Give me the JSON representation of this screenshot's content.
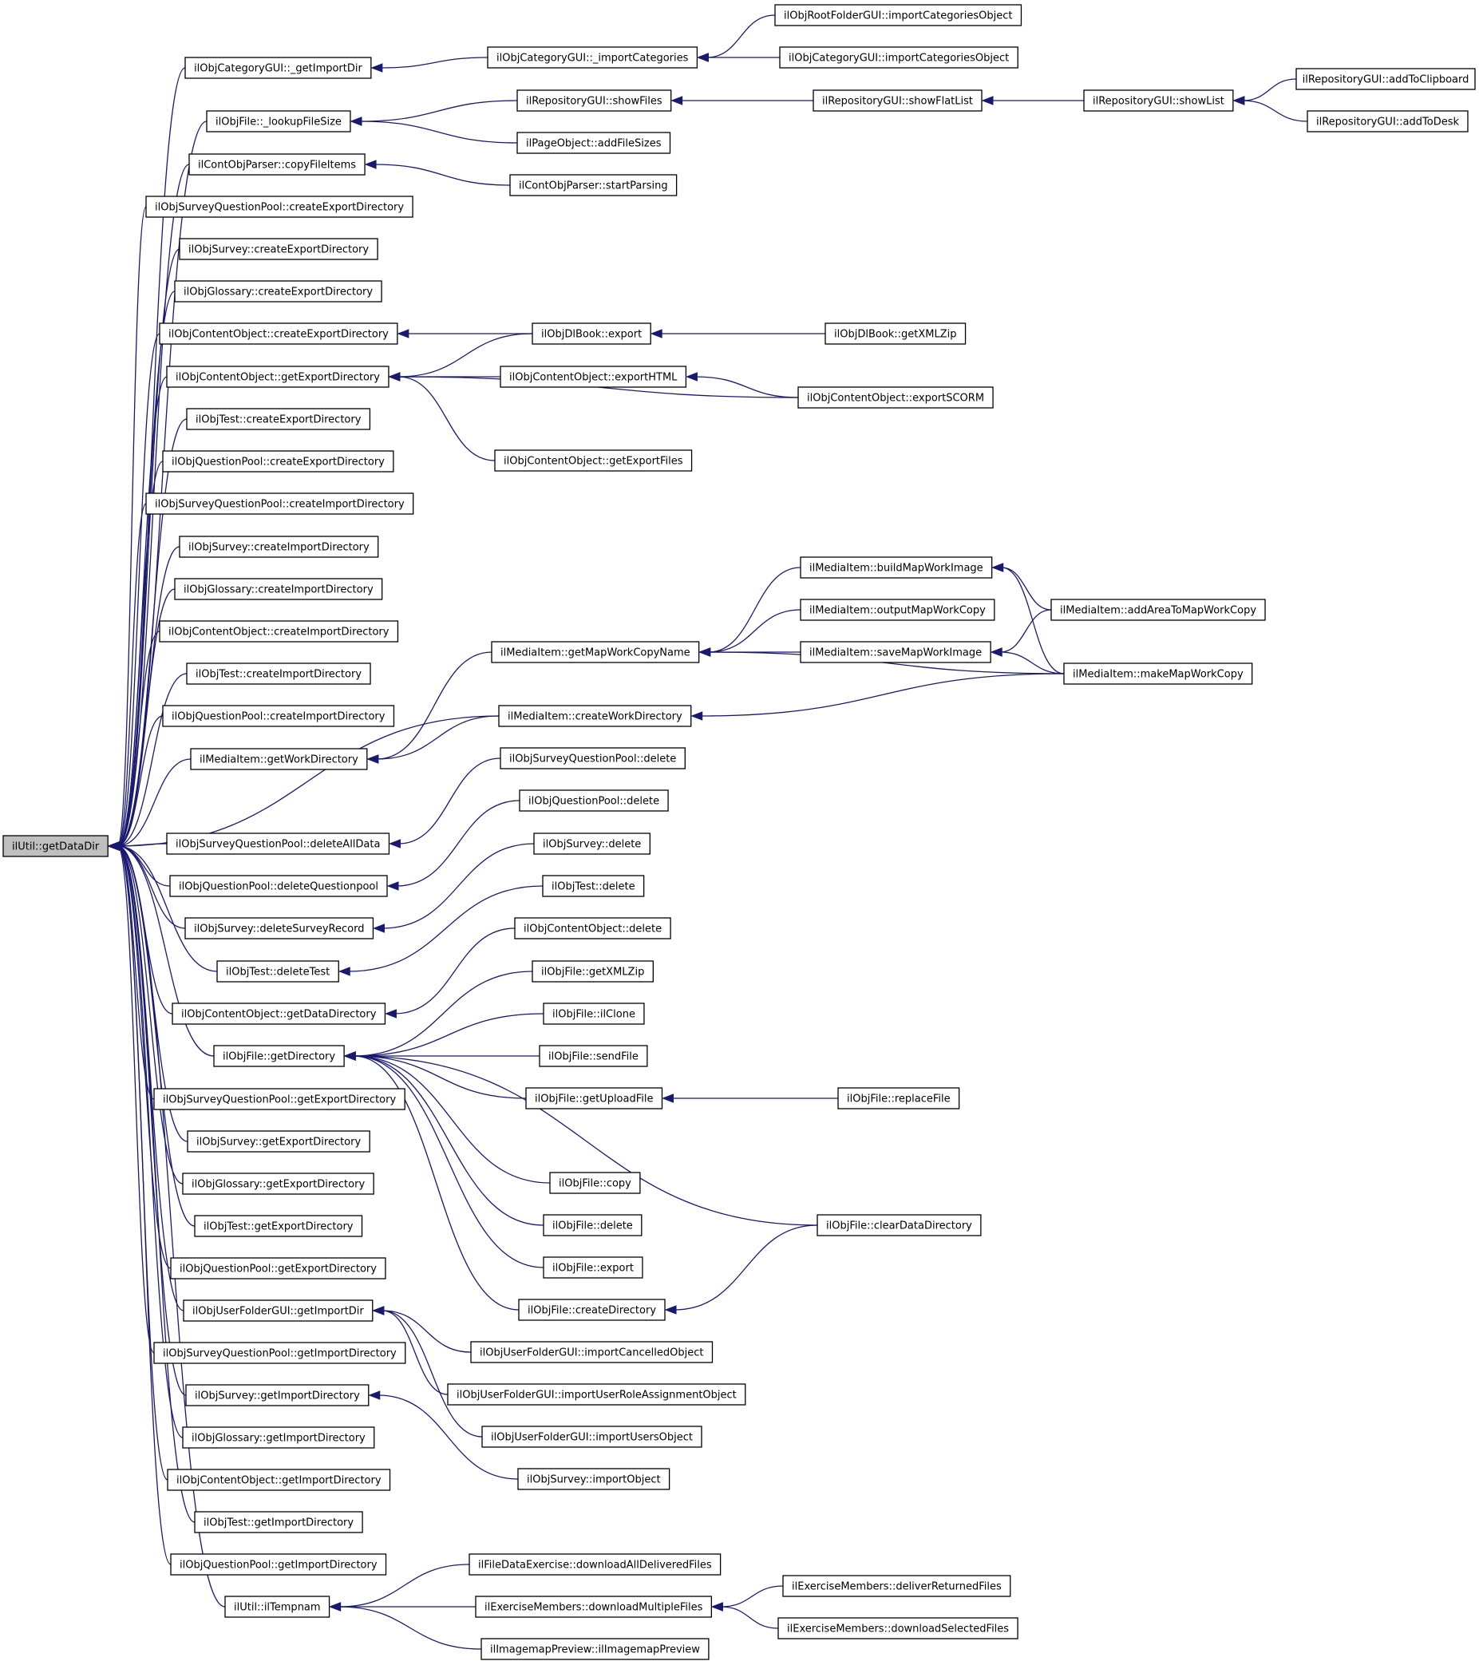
{
  "diagram": {
    "root": "ilUtil::getDataDir",
    "nodes": {
      "root": "ilUtil::getDataDir",
      "catGetImportDir": "ilObjCategoryGUI::_getImportDir",
      "catImportCategories": "ilObjCategoryGUI::_importCategories",
      "rootFolderImportCat": "ilObjRootFolderGUI::importCategoriesObject",
      "catImportCategoriesObject": "ilObjCategoryGUI::importCategoriesObject",
      "fileLookupSize": "ilObjFile::_lookupFileSize",
      "repoShowFiles": "ilRepositoryGUI::showFiles",
      "repoShowFlatList": "ilRepositoryGUI::showFlatList",
      "repoShowList": "ilRepositoryGUI::showList",
      "repoAddToClipboard": "ilRepositoryGUI::addToClipboard",
      "repoAddToDesk": "ilRepositoryGUI::addToDesk",
      "pageAddFileSizes": "ilPageObject::addFileSizes",
      "contCopyFileItems": "ilContObjParser::copyFileItems",
      "contStartParsing": "ilContObjParser::startParsing",
      "sqpCreateExport": "ilObjSurveyQuestionPool::createExportDirectory",
      "surveyCreateExport": "ilObjSurvey::createExportDirectory",
      "glossaryCreateExport": "ilObjGlossary::createExportDirectory",
      "coCreateExport": "ilObjContentObject::createExportDirectory",
      "dlbookExport": "ilObjDlBook::export",
      "dlbookGetXMLZip": "ilObjDlBook::getXMLZip",
      "coGetExportDir": "ilObjContentObject::getExportDirectory",
      "coExportHTML": "ilObjContentObject::exportHTML",
      "coExportSCORM": "ilObjContentObject::exportSCORM",
      "coGetExportFiles": "ilObjContentObject::getExportFiles",
      "testCreateExport": "ilObjTest::createExportDirectory",
      "qpCreateExport": "ilObjQuestionPool::createExportDirectory",
      "sqpCreateImport": "ilObjSurveyQuestionPool::createImportDirectory",
      "surveyCreateImport": "ilObjSurvey::createImportDirectory",
      "glossaryCreateImport": "ilObjGlossary::createImportDirectory",
      "coCreateImport": "ilObjContentObject::createImportDirectory",
      "testCreateImport": "ilObjTest::createImportDirectory",
      "qpCreateImport": "ilObjQuestionPool::createImportDirectory",
      "miGetWorkDir": "ilMediaItem::getWorkDirectory",
      "miGetMapWorkCopyName": "ilMediaItem::getMapWorkCopyName",
      "miBuildMapWorkImage": "ilMediaItem::buildMapWorkImage",
      "miOutputMapWorkCopy": "ilMediaItem::outputMapWorkCopy",
      "miSaveMapWorkImage": "ilMediaItem::saveMapWorkImage",
      "miAddAreaToMapWorkCopy": "ilMediaItem::addAreaToMapWorkCopy",
      "miMakeMapWorkCopy": "ilMediaItem::makeMapWorkCopy",
      "miCreateWorkDir": "ilMediaItem::createWorkDirectory",
      "sqpDelete": "ilObjSurveyQuestionPool::delete",
      "sqpDeleteAllData": "ilObjSurveyQuestionPool::deleteAllData",
      "qpDelete": "ilObjQuestionPool::delete",
      "qpDeleteQuestionpool": "ilObjQuestionPool::deleteQuestionpool",
      "surveyDelete": "ilObjSurvey::delete",
      "surveyDeleteRecord": "ilObjSurvey::deleteSurveyRecord",
      "testDelete": "ilObjTest::delete",
      "testDeleteTest": "ilObjTest::deleteTest",
      "coDelete": "ilObjContentObject::delete",
      "coGetDataDir": "ilObjContentObject::getDataDirectory",
      "fileGetXMLZip": "ilObjFile::getXMLZip",
      "fileIlClone": "ilObjFile::ilClone",
      "fileSendFile": "ilObjFile::sendFile",
      "fileGetDirectory": "ilObjFile::getDirectory",
      "fileGetUploadFile": "ilObjFile::getUploadFile",
      "fileReplaceFile": "ilObjFile::replaceFile",
      "sqpGetExport": "ilObjSurveyQuestionPool::getExportDirectory",
      "surveyGetExport": "ilObjSurvey::getExportDirectory",
      "fileCopy": "ilObjFile::copy",
      "glossaryGetExport": "ilObjGlossary::getExportDirectory",
      "fileDelete": "ilObjFile::delete",
      "fileClearDataDir": "ilObjFile::clearDataDirectory",
      "testGetExport": "ilObjTest::getExportDirectory",
      "fileExport": "ilObjFile::export",
      "qpGetExport": "ilObjQuestionPool::getExportDirectory",
      "fileCreateDir": "ilObjFile::createDirectory",
      "ufGetImportDir": "ilObjUserFolderGUI::getImportDir",
      "ufImportCancelled": "ilObjUserFolderGUI::importCancelledObject",
      "sqpGetImport": "ilObjSurveyQuestionPool::getImportDirectory",
      "ufImportUserRole": "ilObjUserFolderGUI::importUserRoleAssignmentObject",
      "surveyGetImport": "ilObjSurvey::getImportDirectory",
      "ufImportUsers": "ilObjUserFolderGUI::importUsersObject",
      "glossaryGetImport": "ilObjGlossary::getImportDirectory",
      "surveyImportObject": "ilObjSurvey::importObject",
      "coGetImport": "ilObjContentObject::getImportDirectory",
      "testGetImport": "ilObjTest::getImportDirectory",
      "qpGetImport": "ilObjQuestionPool::getImportDirectory",
      "fdeDownloadAll": "ilFileDataExercise::downloadAllDeliveredFiles",
      "utilTempnam": "ilUtil::ilTempnam",
      "emDownloadMultiple": "ilExerciseMembers::downloadMultipleFiles",
      "emDeliverReturned": "ilExerciseMembers::deliverReturnedFiles",
      "emDownloadSelected": "ilExerciseMembers::downloadSelectedFiles",
      "imgPreview": "ilImagemapPreview::ilImagemapPreview"
    },
    "edges": [
      [
        "catGetImportDir",
        "root"
      ],
      [
        "fileLookupSize",
        "root"
      ],
      [
        "contCopyFileItems",
        "root"
      ],
      [
        "sqpCreateExport",
        "root"
      ],
      [
        "surveyCreateExport",
        "root"
      ],
      [
        "glossaryCreateExport",
        "root"
      ],
      [
        "coCreateExport",
        "root"
      ],
      [
        "coGetExportDir",
        "root"
      ],
      [
        "testCreateExport",
        "root"
      ],
      [
        "qpCreateExport",
        "root"
      ],
      [
        "sqpCreateImport",
        "root"
      ],
      [
        "surveyCreateImport",
        "root"
      ],
      [
        "glossaryCreateImport",
        "root"
      ],
      [
        "coCreateImport",
        "root"
      ],
      [
        "testCreateImport",
        "root"
      ],
      [
        "qpCreateImport",
        "root"
      ],
      [
        "miGetWorkDir",
        "root"
      ],
      [
        "miCreateWorkDir",
        "root"
      ],
      [
        "sqpDeleteAllData",
        "root"
      ],
      [
        "qpDeleteQuestionpool",
        "root"
      ],
      [
        "surveyDeleteRecord",
        "root"
      ],
      [
        "testDeleteTest",
        "root"
      ],
      [
        "coGetDataDir",
        "root"
      ],
      [
        "fileGetDirectory",
        "root"
      ],
      [
        "sqpGetExport",
        "root"
      ],
      [
        "surveyGetExport",
        "root"
      ],
      [
        "glossaryGetExport",
        "root"
      ],
      [
        "testGetExport",
        "root"
      ],
      [
        "qpGetExport",
        "root"
      ],
      [
        "ufGetImportDir",
        "root"
      ],
      [
        "sqpGetImport",
        "root"
      ],
      [
        "surveyGetImport",
        "root"
      ],
      [
        "glossaryGetImport",
        "root"
      ],
      [
        "coGetImport",
        "root"
      ],
      [
        "testGetImport",
        "root"
      ],
      [
        "qpGetImport",
        "root"
      ],
      [
        "utilTempnam",
        "root"
      ],
      [
        "catImportCategories",
        "catGetImportDir"
      ],
      [
        "rootFolderImportCat",
        "catImportCategories"
      ],
      [
        "catImportCategoriesObject",
        "catImportCategories"
      ],
      [
        "repoShowFiles",
        "fileLookupSize"
      ],
      [
        "pageAddFileSizes",
        "fileLookupSize"
      ],
      [
        "repoShowFlatList",
        "repoShowFiles"
      ],
      [
        "repoShowList",
        "repoShowFlatList"
      ],
      [
        "repoAddToClipboard",
        "repoShowList"
      ],
      [
        "repoAddToDesk",
        "repoShowList"
      ],
      [
        "contStartParsing",
        "contCopyFileItems"
      ],
      [
        "dlbookExport",
        "coCreateExport"
      ],
      [
        "dlbookGetXMLZip",
        "dlbookExport"
      ],
      [
        "dlbookExport",
        "coGetExportDir"
      ],
      [
        "coExportHTML",
        "coGetExportDir"
      ],
      [
        "coExportSCORM",
        "coGetExportDir"
      ],
      [
        "coGetExportFiles",
        "coGetExportDir"
      ],
      [
        "coExportSCORM",
        "coExportHTML"
      ],
      [
        "miGetMapWorkCopyName",
        "miGetWorkDir"
      ],
      [
        "miCreateWorkDir",
        "miGetWorkDir"
      ],
      [
        "miBuildMapWorkImage",
        "miGetMapWorkCopyName"
      ],
      [
        "miOutputMapWorkCopy",
        "miGetMapWorkCopyName"
      ],
      [
        "miSaveMapWorkImage",
        "miGetMapWorkCopyName"
      ],
      [
        "miMakeMapWorkCopy",
        "miGetMapWorkCopyName"
      ],
      [
        "miAddAreaToMapWorkCopy",
        "miBuildMapWorkImage"
      ],
      [
        "miMakeMapWorkCopy",
        "miBuildMapWorkImage"
      ],
      [
        "miAddAreaToMapWorkCopy",
        "miSaveMapWorkImage"
      ],
      [
        "miMakeMapWorkCopy",
        "miSaveMapWorkImage"
      ],
      [
        "miMakeMapWorkCopy",
        "miCreateWorkDir"
      ],
      [
        "sqpDelete",
        "sqpDeleteAllData"
      ],
      [
        "qpDelete",
        "qpDeleteQuestionpool"
      ],
      [
        "surveyDelete",
        "surveyDeleteRecord"
      ],
      [
        "testDelete",
        "testDeleteTest"
      ],
      [
        "coDelete",
        "coGetDataDir"
      ],
      [
        "fileGetXMLZip",
        "fileGetDirectory"
      ],
      [
        "fileIlClone",
        "fileGetDirectory"
      ],
      [
        "fileSendFile",
        "fileGetDirectory"
      ],
      [
        "fileGetUploadFile",
        "fileGetDirectory"
      ],
      [
        "fileCopy",
        "fileGetDirectory"
      ],
      [
        "fileDelete",
        "fileGetDirectory"
      ],
      [
        "fileClearDataDir",
        "fileGetDirectory"
      ],
      [
        "fileExport",
        "fileGetDirectory"
      ],
      [
        "fileCreateDir",
        "fileGetDirectory"
      ],
      [
        "fileReplaceFile",
        "fileGetUploadFile"
      ],
      [
        "fileClearDataDir",
        "fileCreateDir"
      ],
      [
        "ufImportCancelled",
        "ufGetImportDir"
      ],
      [
        "ufImportUserRole",
        "ufGetImportDir"
      ],
      [
        "ufImportUsers",
        "ufGetImportDir"
      ],
      [
        "surveyImportObject",
        "surveyGetImport"
      ],
      [
        "fdeDownloadAll",
        "utilTempnam"
      ],
      [
        "emDownloadMultiple",
        "utilTempnam"
      ],
      [
        "imgPreview",
        "utilTempnam"
      ],
      [
        "emDeliverReturned",
        "emDownloadMultiple"
      ],
      [
        "emDownloadSelected",
        "emDownloadMultiple"
      ]
    ]
  }
}
